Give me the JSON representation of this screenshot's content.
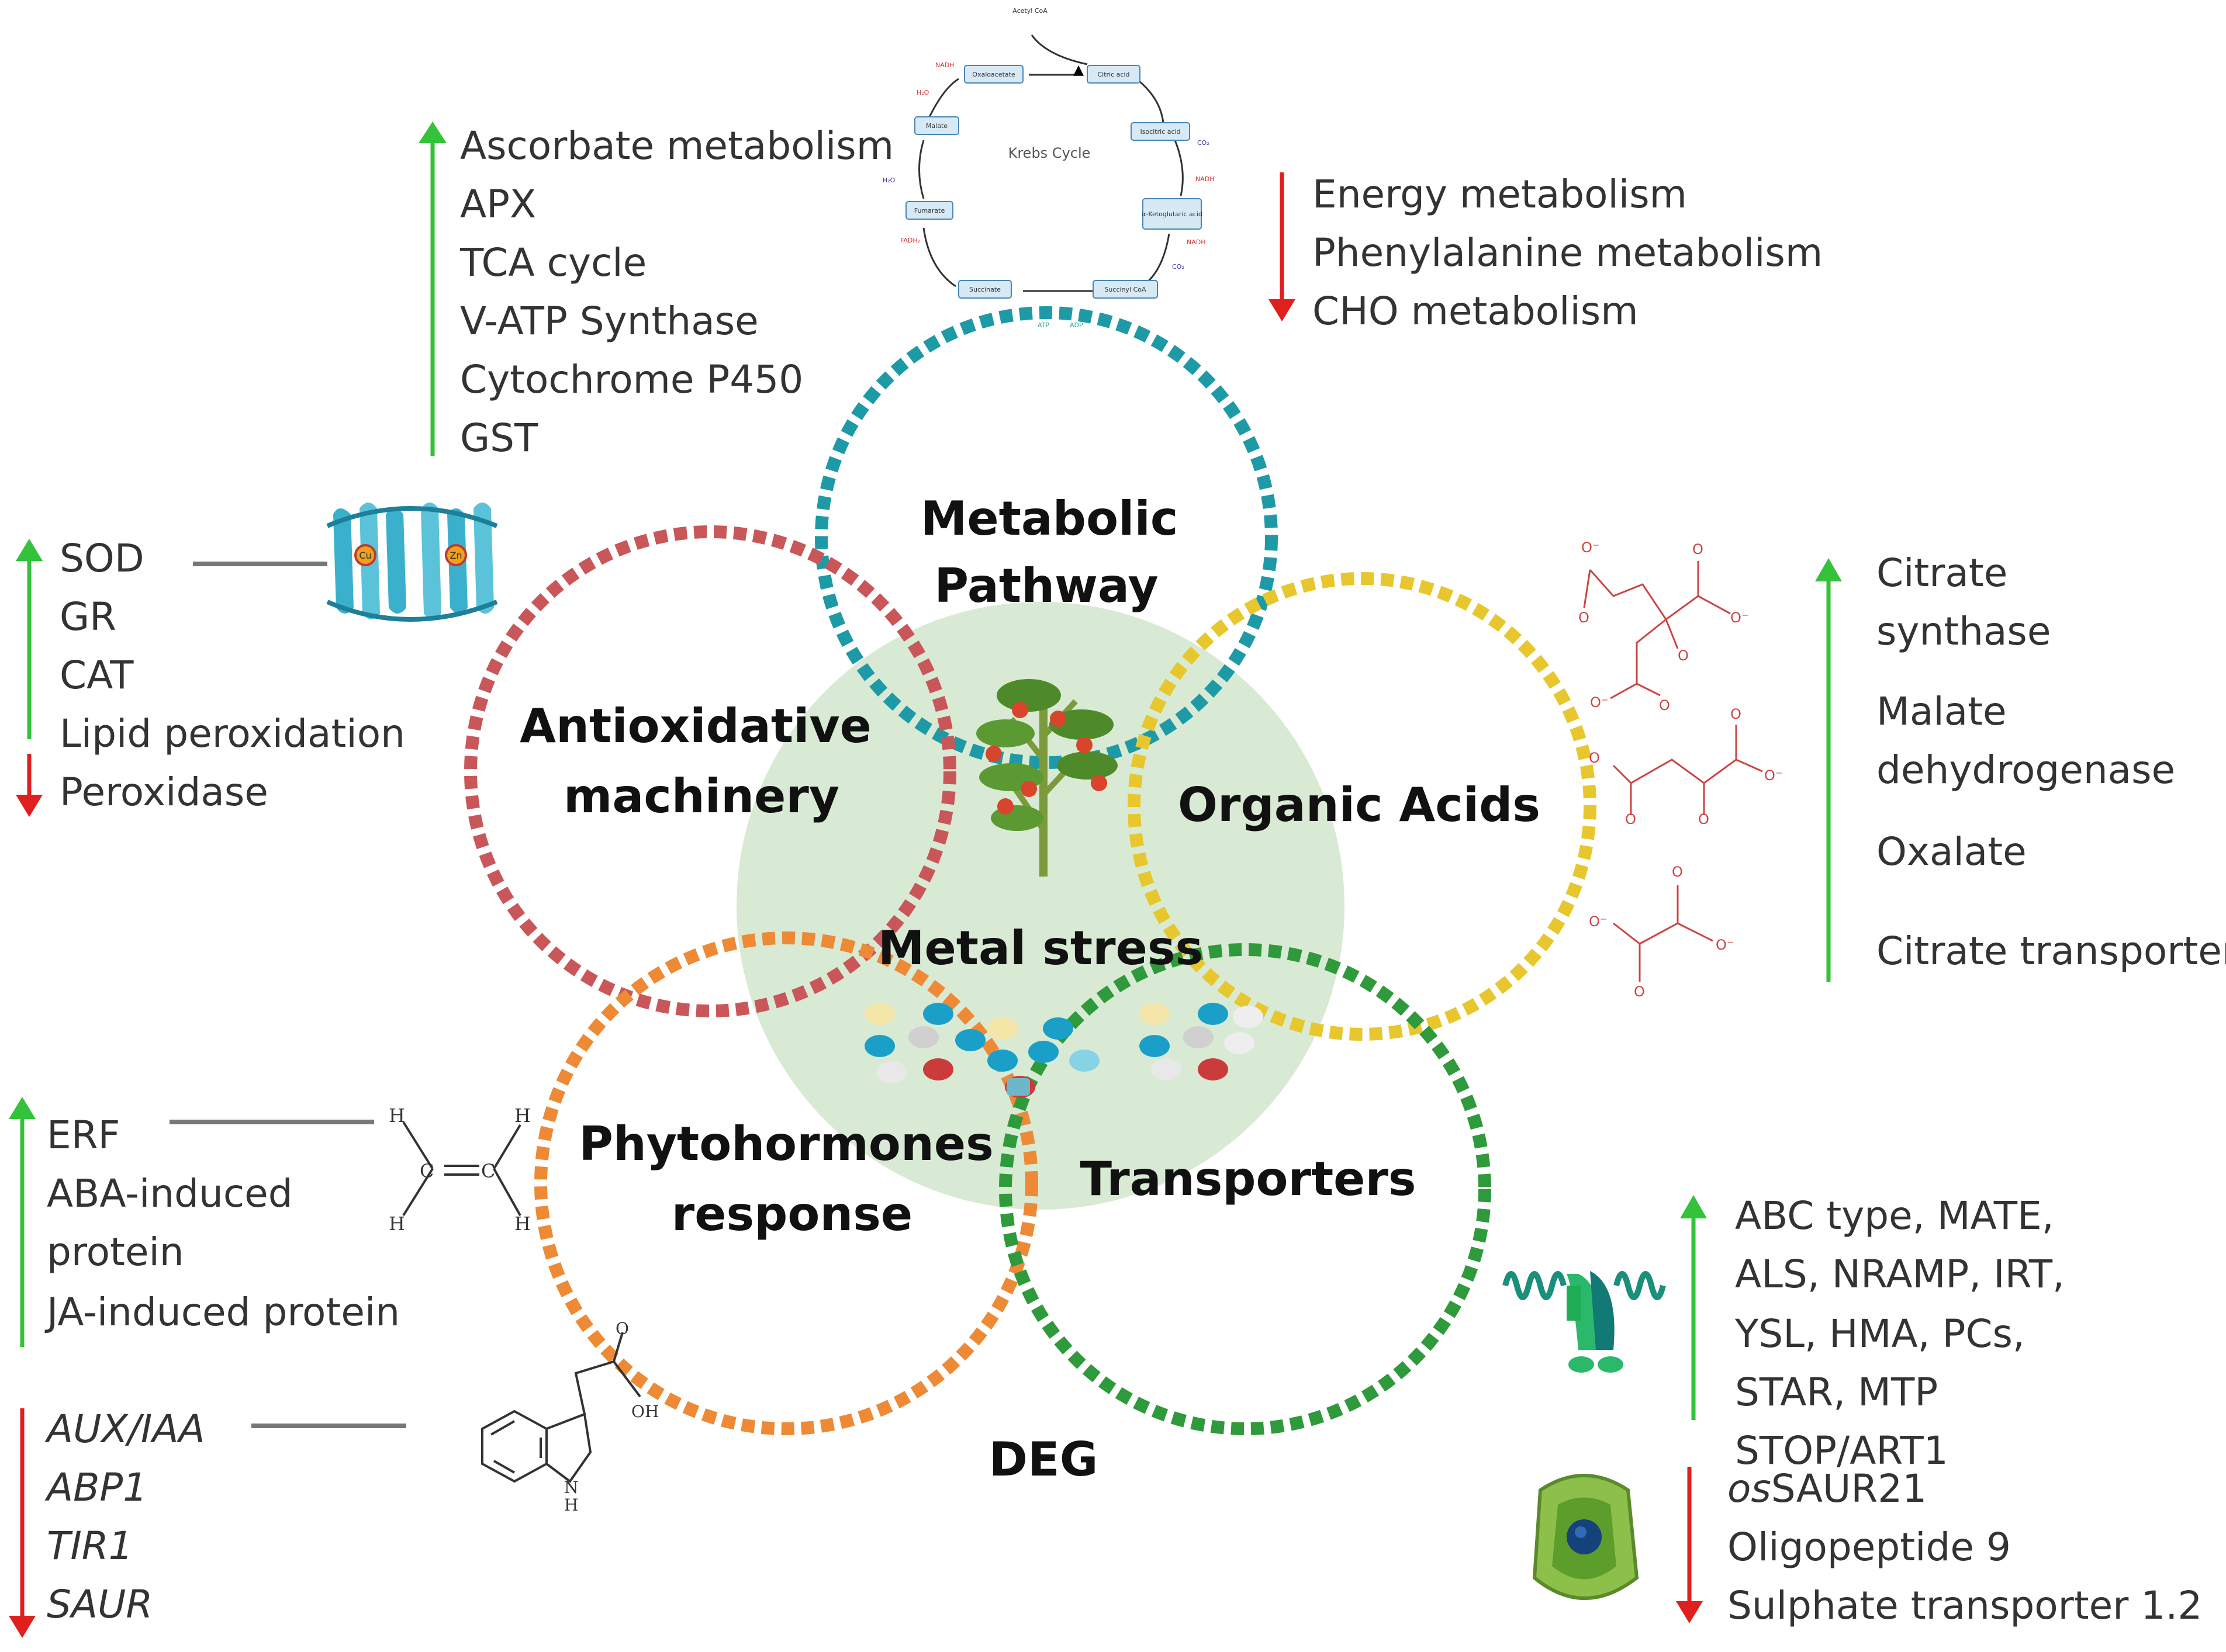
{
  "center": {
    "label": "Metal stress",
    "footer": "DEG"
  },
  "colors": {
    "metabolic": "#1e9aa7",
    "antioxidative": "#c9575a",
    "organic": "#e8c72e",
    "phyto": "#ee8a35",
    "transporters": "#2f9a3b",
    "center_fill": "#d8ead4",
    "up_arrow": "#33c23a",
    "down_arrow": "#e0201f"
  },
  "circles": {
    "metabolic": [
      "Metabolic",
      "Pathway"
    ],
    "antioxidative": [
      "Antioxidative",
      "machinery"
    ],
    "organic": [
      "Organic Acids"
    ],
    "phyto": [
      "Phytohormones",
      "response"
    ],
    "transporters": [
      "Transporters"
    ]
  },
  "metabolic_up": [
    "Ascorbate metabolism",
    "APX",
    "TCA cycle",
    "V-ATP Synthase",
    "Cytochrome P450",
    "GST"
  ],
  "metabolic_down": [
    "Energy metabolism",
    "Phenylalanine metabolism",
    "CHO metabolism"
  ],
  "antioxidative_up": [
    "SOD",
    "GR",
    "CAT",
    "Lipid peroxidation"
  ],
  "antioxidative_down": [
    "Peroxidase"
  ],
  "organic_up": [
    "Citrate",
    "synthase",
    "Malate",
    "dehydrogenase",
    "Oxalate",
    "Citrate transporters"
  ],
  "phyto_up": [
    "ERF",
    "ABA-induced",
    "protein",
    "JA-induced protein"
  ],
  "phyto_down": [
    "AUX/IAA",
    "ABP1",
    "TIR1",
    "SAUR"
  ],
  "transport_up": [
    "ABC type, MATE,",
    "ALS, NRAMP, IRT,",
    "YSL, HMA, PCs,",
    "STAR, MTP",
    "STOP/ART1"
  ],
  "transport_down": {
    "first_prefix": "os",
    "first_rest": "SAUR21",
    "items": [
      "Oligopeptide 9",
      "Sulphate transporter 1.2"
    ]
  },
  "krebs": {
    "title": "Krebs Cycle",
    "top_input": "Acetyl CoA",
    "nodes": [
      "Oxaloacetate",
      "Citric acid",
      "Isocitric acid",
      "α-Ketoglutaric acid",
      "Succinyl CoA",
      "Succinate",
      "Fumarate",
      "Malate"
    ],
    "cofactors": {
      "nadh": "NADH",
      "h2o": "H₂O",
      "co2": "CO₂",
      "atp": "ATP",
      "adp": "ADP",
      "fadh": "FADH₂"
    }
  },
  "molecules": {
    "ethylene_h": "H",
    "ethylene_c": "C",
    "oxygen": "O",
    "oxyanion": "O⁻",
    "iaa_oh": "OH",
    "iaa_nh": "H",
    "iaa_n": "N",
    "sod_cu": "Cu",
    "sod_zn": "Zn"
  }
}
